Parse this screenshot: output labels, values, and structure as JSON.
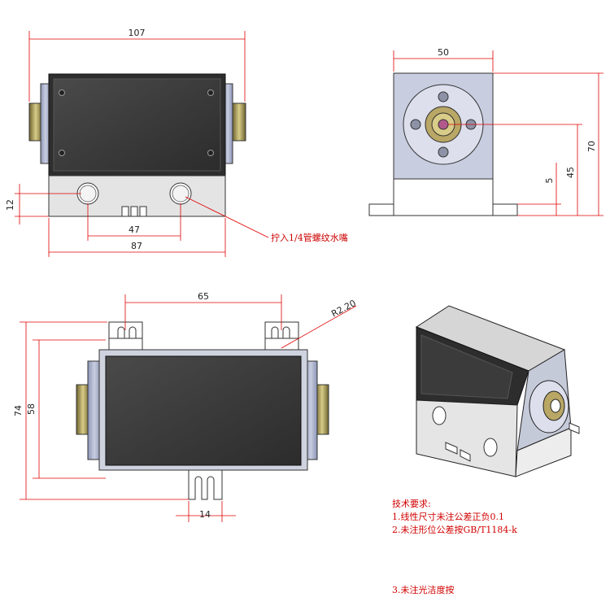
{
  "front_view": {
    "width_label": "107",
    "pitch_label": "47",
    "base_width_label": "87",
    "height_label": "12",
    "callout": "拧入1/4管螺纹水嘴"
  },
  "side_view": {
    "width_label": "50",
    "height_label": "70",
    "center_height_label": "45",
    "base_label": "5"
  },
  "top_view": {
    "slot_pitch_label": "65",
    "radius_label": "R2.20",
    "overall_label": "74",
    "body_label": "58",
    "slot_width_label": "14"
  },
  "notes": {
    "title": "技术要求:",
    "line1": "1.线性尺寸未注公差正负0.1",
    "line2": "2.未注形位公差按GB/T1184-k",
    "line3": "3.未注光洁度按"
  },
  "colors": {
    "dimension": "#e00000",
    "body": "#3a3a3a",
    "metal": "#e6e6e6",
    "brass": "#b9a766"
  }
}
